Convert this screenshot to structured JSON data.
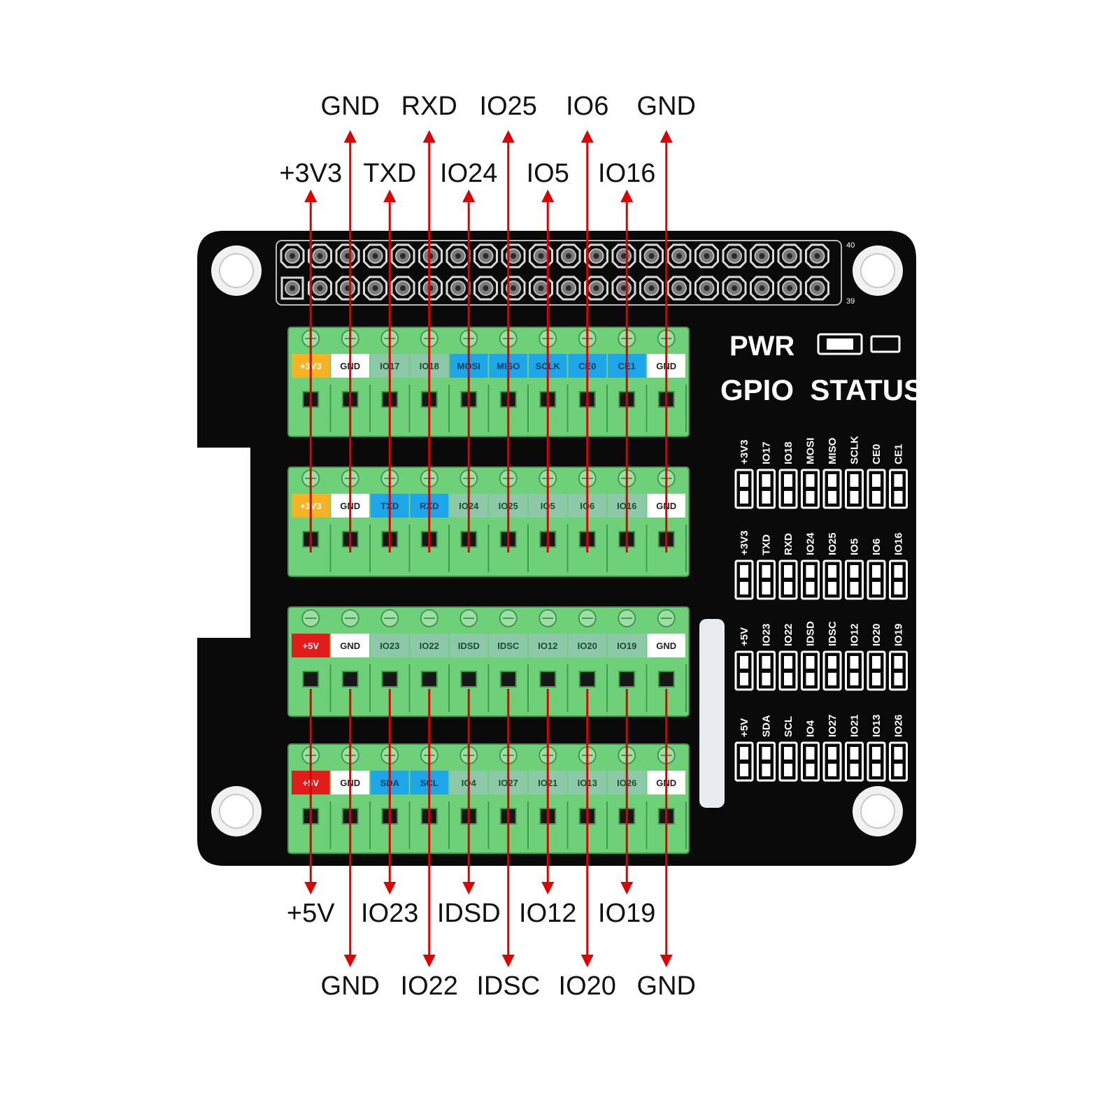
{
  "colors": {
    "arrow": "#e00000",
    "board": "#0a0a0a",
    "terminal_green": "#6fd07a",
    "terminal_dark": "#3f9a4c",
    "power_3v3": "#f5b324",
    "power_5v": "#e21b1b",
    "gnd": "#ffffff",
    "io": "#8dc9a8",
    "bus": "#1da6e8"
  },
  "header": {
    "pin_top_end": "40",
    "pin_bottom_end": "39"
  },
  "board_labels": {
    "pwr": "PWR",
    "status": "GPIO  STATUS"
  },
  "top_callouts": {
    "upper_row": [
      "GND",
      "RXD",
      "IO25",
      "IO6",
      "GND"
    ],
    "lower_row": [
      "+3V3",
      "TXD",
      "IO24",
      "IO5",
      "IO16"
    ]
  },
  "bottom_callouts": {
    "upper_row": [
      "+5V",
      "IO23",
      "IDSD",
      "IO12",
      "IO19"
    ],
    "lower_row": [
      "GND",
      "IO22",
      "IDSC",
      "IO20",
      "GND"
    ]
  },
  "terminal_blocks": [
    {
      "labels": [
        "+3V3",
        "GND",
        "IO17",
        "IO18",
        "MOSI",
        "MISO",
        "SCLK",
        "CE0",
        "CE1",
        "GND"
      ],
      "kinds": [
        "3v3",
        "gnd",
        "io",
        "io",
        "bus",
        "bus",
        "bus",
        "bus",
        "bus",
        "gnd"
      ]
    },
    {
      "labels": [
        "+3V3",
        "GND",
        "TXD",
        "RXD",
        "IO24",
        "IO25",
        "IO5",
        "IO6",
        "IO16",
        "GND"
      ],
      "kinds": [
        "3v3",
        "gnd",
        "bus",
        "bus",
        "io",
        "io",
        "io",
        "io",
        "io",
        "gnd"
      ]
    },
    {
      "labels": [
        "+5V",
        "GND",
        "IO23",
        "IO22",
        "IDSD",
        "IDSC",
        "IO12",
        "IO20",
        "IO19",
        "GND"
      ],
      "kinds": [
        "5v",
        "gnd",
        "io",
        "io",
        "io",
        "io",
        "io",
        "io",
        "io",
        "gnd"
      ]
    },
    {
      "labels": [
        "+5V",
        "GND",
        "SDA",
        "SCL",
        "IO4",
        "IO27",
        "IO21",
        "IO13",
        "IO26",
        "GND"
      ],
      "kinds": [
        "5v",
        "gnd",
        "bus",
        "bus",
        "io",
        "io",
        "io",
        "io",
        "io",
        "gnd"
      ]
    }
  ],
  "led_groups": [
    [
      "+3V3",
      "IO17",
      "IO18",
      "MOSI",
      "MISO",
      "SCLK",
      "CE0",
      "CE1"
    ],
    [
      "+3V3",
      "TXD",
      "RXD",
      "IO24",
      "IO25",
      "IO5",
      "IO6",
      "IO16"
    ],
    [
      "+5V",
      "IO23",
      "IO22",
      "IDSD",
      "IDSC",
      "IO12",
      "IO20",
      "IO19"
    ],
    [
      "+5V",
      "SDA",
      "SCL",
      "IO4",
      "IO27",
      "IO21",
      "IO13",
      "IO26"
    ]
  ]
}
